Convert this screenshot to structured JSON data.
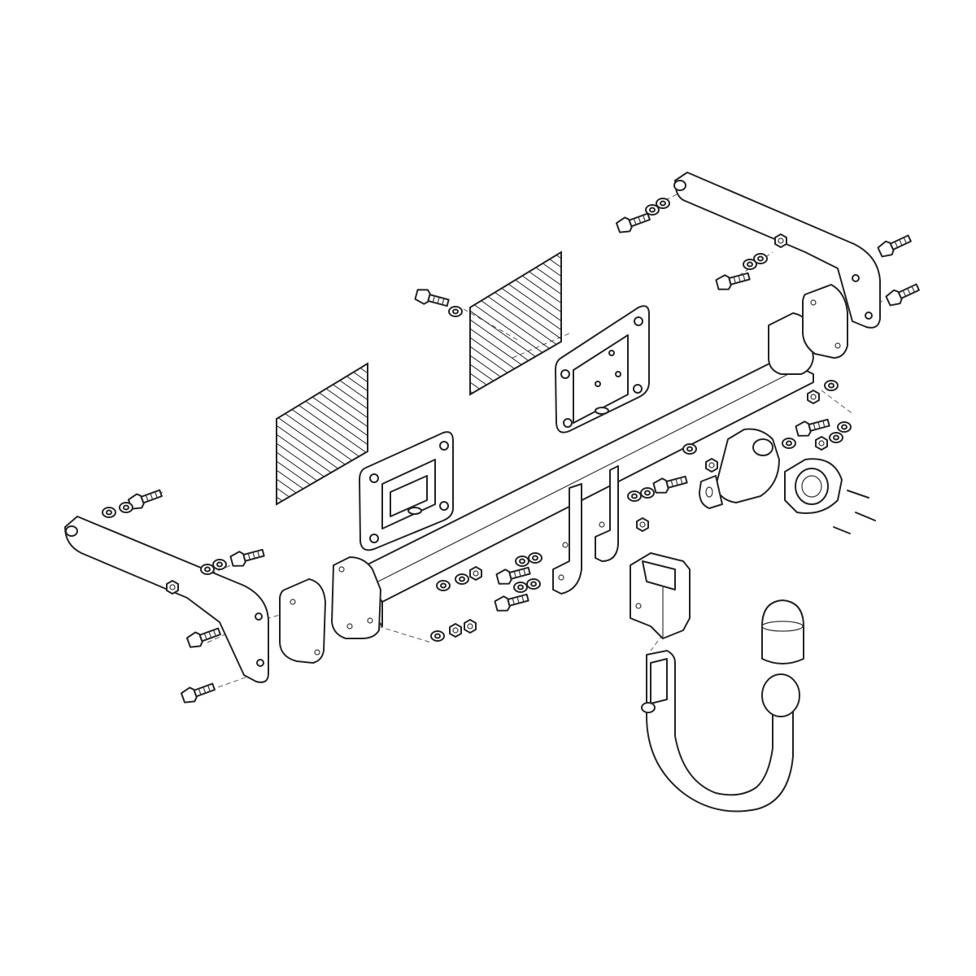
{
  "diagram": {
    "parts": [
      "tow-bar-crossbeam",
      "left-mounting-bracket",
      "right-mounting-bracket",
      "left-reinforcement-plate",
      "right-reinforcement-plate",
      "left-adhesive-pad",
      "right-adhesive-pad",
      "left-spacer-plate",
      "right-spacer-plate",
      "socket-holder-plate",
      "electrical-socket",
      "ball-coupling-receiver",
      "detachable-tow-ball-neck",
      "tow-ball-cover-cap",
      "bolts-nuts-washers"
    ],
    "colors": {
      "line": "#222222",
      "background": "#ffffff"
    }
  }
}
